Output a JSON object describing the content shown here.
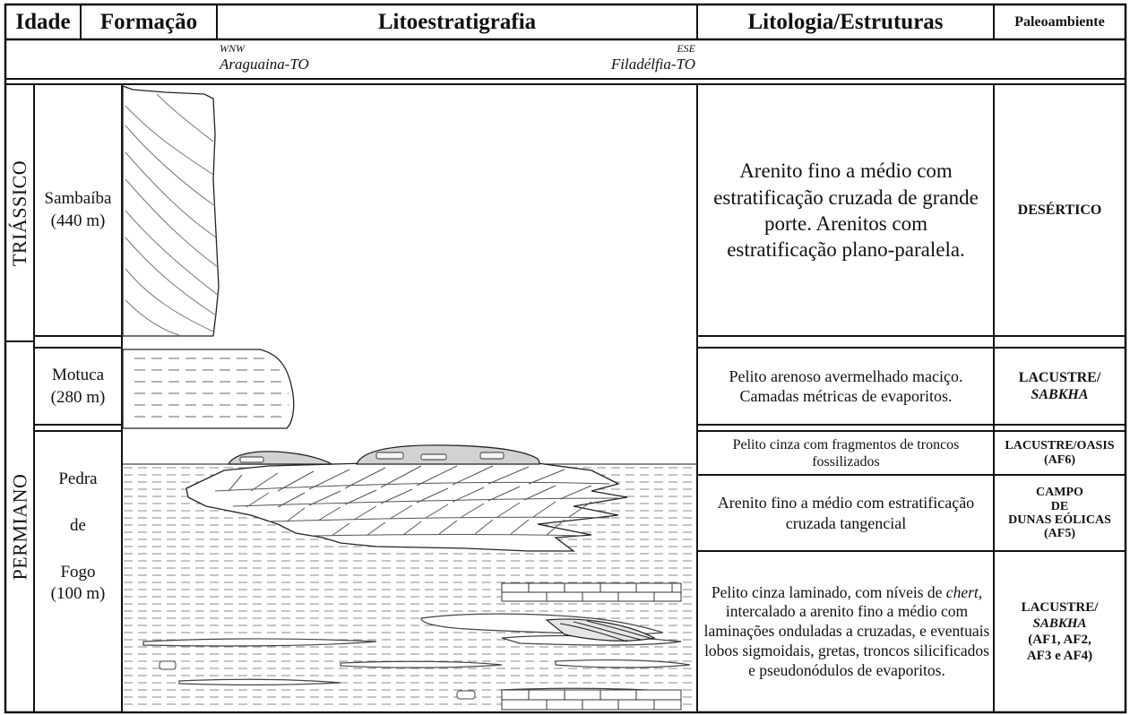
{
  "headers": {
    "idade": "Idade",
    "formacao": "Formação",
    "litoestratigrafia": "Litoestratigrafia",
    "litologia": "Litologia/Estruturas",
    "paleoambiente": "Paleoambiente"
  },
  "section": {
    "west_dir": "WNW",
    "west_place": "Araguaina-TO",
    "east_dir": "ESE",
    "east_place": "Filadélfia-TO"
  },
  "ages": [
    "TRIÁSSICO",
    "PERMIANO"
  ],
  "formations": {
    "sambaiba": {
      "name": "Sambaíba",
      "thickness": "(440 m)"
    },
    "motuca": {
      "name": "Motuca",
      "thickness": "(280 m)"
    },
    "pedra": {
      "line1": "Pedra",
      "line2": "de",
      "line3": "Fogo",
      "thickness": "(100 m)"
    }
  },
  "lithology": {
    "sambaiba": "Arenito fino a médio com estratificação cruzada de grande porte. Arenitos com estratificação plano-paralela.",
    "motuca": "Pelito arenoso avermelhado maciço. Camadas métricas de evaporitos.",
    "af6": "Pelito cinza com fragmentos de troncos fossilizados",
    "af5": "Arenito fino a médio com estratificação cruzada tangencial",
    "af1_pre": "Pelito cinza laminado,  com níveis de ",
    "af1_chert": "chert",
    "af1_post": ", intercalado a arenito fino a médio com laminações onduladas a cruzadas, e eventuais lobos sigmoidais, gretas, troncos silicificados e pseudonódulos de evaporitos."
  },
  "paleo": {
    "desertico": "DESÉRTICO",
    "lac1": "LACUSTRE/",
    "sabkha1": "SABKHA",
    "oasis": "LACUSTRE/OASIS",
    "af6": "(AF6)",
    "campo": "CAMPO",
    "de": "DE",
    "dunas": "DUNAS EÓLICAS",
    "af5": "(AF5)",
    "lac2": "LACUSTRE/",
    "sabkha2": "SABKHA",
    "af124a": "(AF1, AF2,",
    "af124b": "AF3 e AF4)"
  },
  "colors": {
    "line": "#111111",
    "sand": "#ffffff",
    "shade": "#d9d9d9",
    "strata": "#777777"
  }
}
